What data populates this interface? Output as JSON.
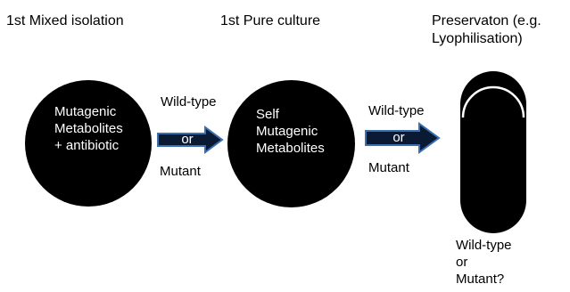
{
  "stages": {
    "mixed_isolation_title": "1st Mixed isolation",
    "pure_culture_title": "1st Pure culture",
    "preservation_title_line1": "Preservaton (e.g.",
    "preservation_title_line2": "Lyophilisation)"
  },
  "circle1": {
    "line1": "Mutagenic",
    "line2": "Metabolites",
    "line3": "+ antibiotic"
  },
  "circle2": {
    "line1": "Self",
    "line2": "Mutagenic",
    "line3": "Metabolites"
  },
  "transition1": {
    "top_label": "Wild-type",
    "arrow_label": "or",
    "bottom_label": "Mutant"
  },
  "transition2": {
    "top_label": "Wild-type",
    "arrow_label": "or",
    "bottom_label": "Mutant"
  },
  "outcome": {
    "line1": "Wild-type",
    "line2": "or",
    "line3": "Mutant?"
  },
  "colors": {
    "shape_fill": "#000000",
    "arrow_fill": "#0a1a33",
    "arrow_outline": "#3a6fb0",
    "text_on_dark": "#ffffff",
    "background": "#ffffff"
  }
}
